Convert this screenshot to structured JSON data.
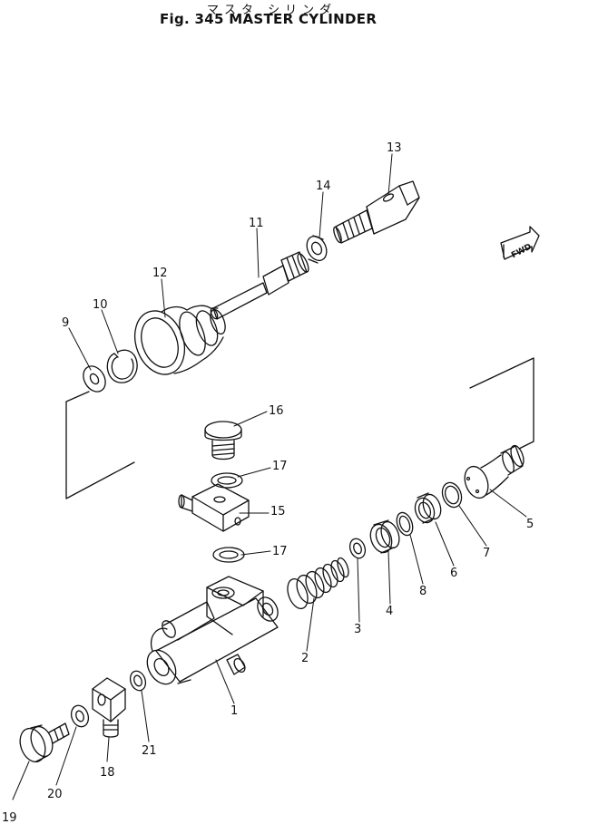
{
  "header": {
    "jp_title": "マスタ シリンダ",
    "title": "Fig. 345 MASTER CYLINDER"
  },
  "fwd_label": "FWD",
  "callouts": {
    "c1": "1",
    "c2": "2",
    "c3": "3",
    "c4": "4",
    "c5": "5",
    "c6": "6",
    "c7": "7",
    "c8": "8",
    "c9": "9",
    "c10": "10",
    "c11": "11",
    "c12": "12",
    "c13": "13",
    "c14": "14",
    "c15": "15",
    "c16": "16",
    "c17a": "17",
    "c17b": "17",
    "c18": "18",
    "c19": "19",
    "c20": "20",
    "c21": "21"
  }
}
